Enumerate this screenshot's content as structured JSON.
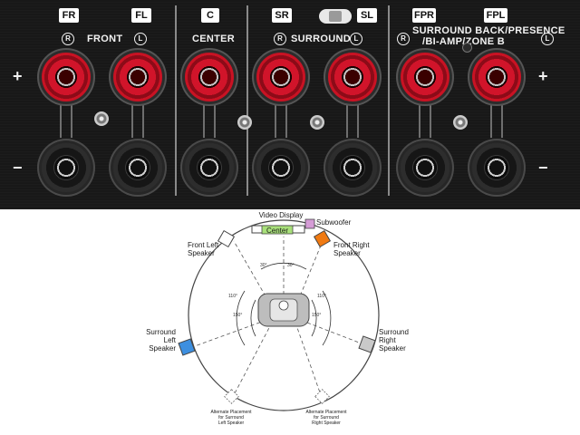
{
  "panel": {
    "top_tags": {
      "fr": "FR",
      "fl": "FL",
      "center": "C",
      "sr": "SR",
      "sl": "SL",
      "fpr": "FPR",
      "fpl": "FPL"
    },
    "groups": {
      "front": "FRONT",
      "center": "CENTER",
      "surround": "SURROUND",
      "back_line1": "SURROUND BACK/PRESENCE",
      "back_line2": "/BI-AMP/ZONE B"
    },
    "right_marker": "R",
    "left_marker": "L",
    "plus": "+",
    "minus": "−",
    "colors": {
      "positive_terminal": "#d1142a",
      "negative_terminal": "#161616",
      "panel": "#181818"
    }
  },
  "diagram": {
    "video_display": "Video Display",
    "center": "Center",
    "subwoofer": "Subwoofer",
    "front_left": [
      "Front Left",
      "Speaker"
    ],
    "front_right": [
      "Front Right",
      "Speaker"
    ],
    "surround_left": [
      "Surround",
      "Left",
      "Speaker"
    ],
    "surround_right": [
      "Surround",
      "Right",
      "Speaker"
    ],
    "alt_left": [
      "Alternate Placement",
      "for Surround",
      "Left Speaker"
    ],
    "alt_right": [
      "Alternate Placement",
      "for Surround",
      "Right Speaker"
    ],
    "angles": {
      "a30_left": "30°",
      "a30_right": "30°",
      "a110_left": "110°",
      "a110_right": "110°",
      "a150_left": "150°",
      "a150_right": "150°"
    },
    "colors": {
      "center": "#a8e07a",
      "subwoofer": "#d59cd6",
      "front_right": "#f07a12",
      "surround_left": "#3d8fe0",
      "surround_right": "#c9c9c9"
    }
  }
}
